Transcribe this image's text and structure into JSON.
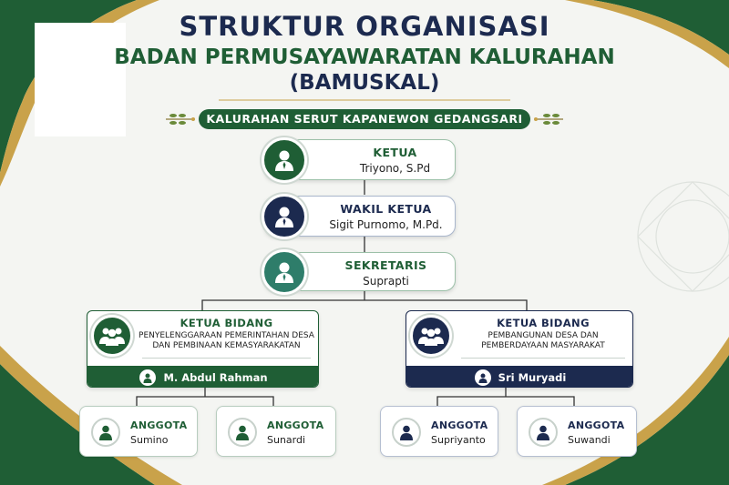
{
  "header": {
    "title": "STRUKTUR ORGANISASI",
    "subtitle_line1": "BADAN PERMUSAYAWARATAN KALURAHAN",
    "subtitle_line2": "(BAMUSKAL)",
    "location": "KALURAHAN SERUT KAPANEWON GEDANGSARI"
  },
  "leaders": [
    {
      "role": "KETUA",
      "name": "Triyono, S.Pd",
      "color": "#1f5e35"
    },
    {
      "role": "WAKIL KETUA",
      "name": "Sigit Purnomo, M.Pd.",
      "color": "#1c2a4f"
    },
    {
      "role": "SEKRETARIS",
      "name": "Suprapti",
      "color": "#2e7d6a"
    }
  ],
  "divisions": [
    {
      "role": "KETUA BIDANG",
      "field_line1": "PENYELENGGARAAN PEMERINTAHAN DESA",
      "field_line2": "DAN PEMBINAAN KEMASYARAKATAN",
      "name": "M. Abdul Rahman",
      "color": "#1f5e35",
      "members": [
        {
          "role": "ANGGOTA",
          "name": "Sumino"
        },
        {
          "role": "ANGGOTA",
          "name": "Sunardi"
        }
      ]
    },
    {
      "role": "KETUA BIDANG",
      "field_line1": "PEMBANGUNAN DESA DAN",
      "field_line2": "PEMBERDAYAAN MASYARAKAT",
      "name": "Sri Muryadi",
      "color": "#1c2a4f",
      "members": [
        {
          "role": "ANGGOTA",
          "name": "Supriyanto"
        },
        {
          "role": "ANGGOTA",
          "name": "Suwandi"
        }
      ]
    }
  ],
  "icons": {
    "leader": "person-tie-icon",
    "division": "group-icon",
    "member": "person-icon",
    "ornament": "leaf-ornament-icon"
  }
}
